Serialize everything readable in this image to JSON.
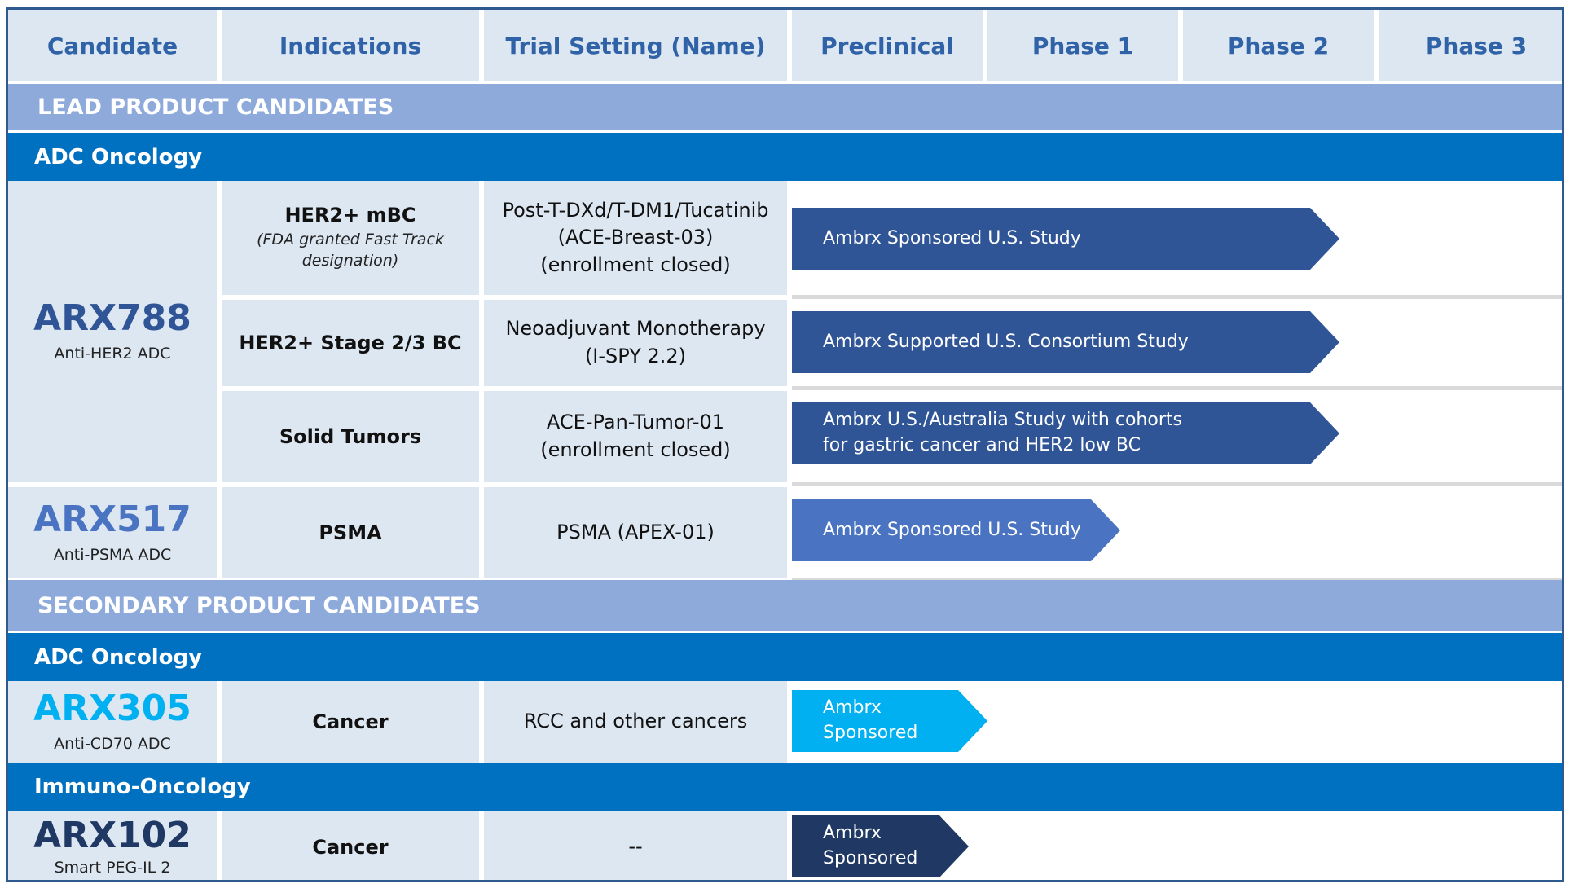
{
  "header": {
    "candidate": "Candidate",
    "indications": "Indications",
    "trial_setting": "Trial Setting (Name)",
    "preclinical": "Preclinical",
    "phase1": "Phase 1",
    "phase2": "Phase 2",
    "phase3": "Phase 3"
  },
  "sections": {
    "lead": "LEAD PRODUCT CANDIDATES",
    "secondary": "SECONDARY PRODUCT CANDIDATES"
  },
  "categories": {
    "adc1": "ADC Oncology",
    "adc2": "ADC Oncology",
    "immuno": "Immuno-Oncology"
  },
  "candidates": {
    "arx788": {
      "name": "ARX788",
      "subtitle": "Anti-HER2 ADC",
      "color": "#2f5597"
    },
    "arx517": {
      "name": "ARX517",
      "subtitle": "Anti-PSMA ADC",
      "color": "#4a74c2"
    },
    "arx305": {
      "name": "ARX305",
      "subtitle": "Anti-CD70 ADC",
      "color": "#00b0f0"
    },
    "arx102": {
      "name": "ARX102",
      "subtitle": "Smart PEG-IL 2",
      "color": "#1f3864"
    }
  },
  "rows": {
    "her2_mbc": {
      "indication": "HER2+ mBC",
      "note": [
        "(FDA granted Fast Track",
        "designation)"
      ],
      "trial": [
        "Post-T-DXd/T-DM1/Tucatinib",
        "(ACE-Breast-03)",
        "(enrollment closed)"
      ],
      "bar": [
        "Ambrx Sponsored U.S. Study"
      ],
      "color": "#2f5597"
    },
    "her2_stage": {
      "indication": "HER2+ Stage 2/3 BC",
      "trial": [
        "Neoadjuvant Monotherapy",
        "(I-SPY 2.2)"
      ],
      "bar": [
        "Ambrx Supported U.S. Consortium Study"
      ],
      "color": "#2f5597"
    },
    "solid": {
      "indication": "Solid Tumors",
      "trial": [
        "ACE-Pan-Tumor-01",
        "(enrollment closed)"
      ],
      "bar": [
        "Ambrx U.S./Australia Study with cohorts",
        "for gastric cancer and HER2 low BC"
      ],
      "color": "#2f5597"
    },
    "psma": {
      "indication": "PSMA",
      "trial": [
        "PSMA (APEX-01)"
      ],
      "bar": [
        "Ambrx Sponsored U.S. Study"
      ],
      "color": "#4a74c2"
    },
    "arx305_cancer": {
      "indication": "Cancer",
      "trial": [
        "RCC and other cancers"
      ],
      "bar": [
        "Ambrx",
        "Sponsored"
      ],
      "color": "#00b0f0"
    },
    "arx102_cancer": {
      "indication": "Cancer",
      "trial": [
        "--"
      ],
      "bar": [
        "Ambrx",
        "Sponsored"
      ],
      "color": "#1f3864"
    }
  }
}
